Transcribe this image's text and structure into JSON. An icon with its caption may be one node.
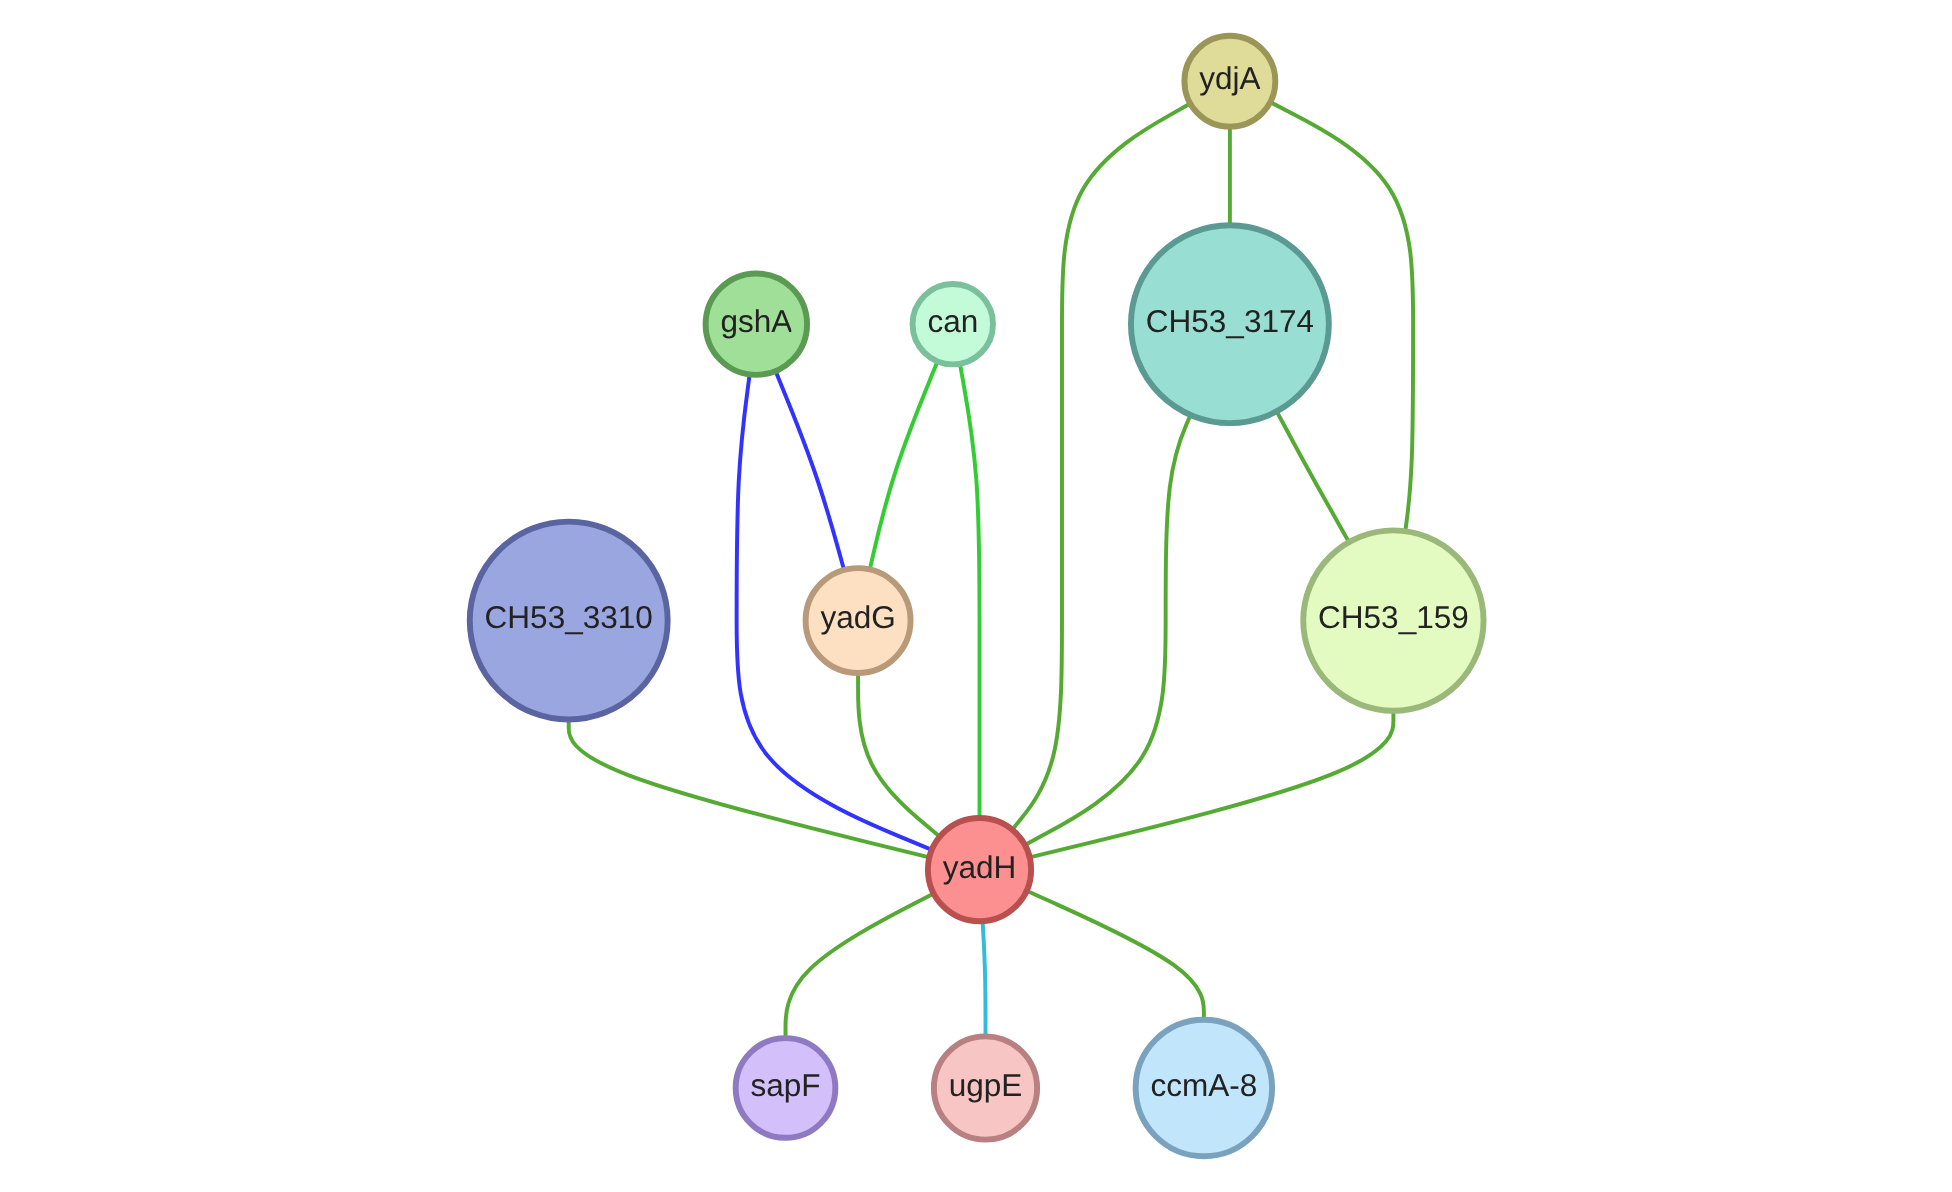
{
  "diagram": {
    "nodes": [
      {
        "text": [
          "CH53_3310"
        ]
      },
      {
        "text": [
          "gshA"
        ]
      },
      {
        "text": [
          "can"
        ]
      },
      {
        "text": [
          "yadG"
        ]
      },
      {
        "text": [
          "ydjA"
        ]
      },
      {
        "text": [
          "yadH"
        ]
      },
      {
        "text": [
          "sapF"
        ]
      },
      {
        "text": [
          "CH53_3174"
        ]
      },
      {
        "text": [
          "CH53_159"
        ]
      },
      {
        "text": [
          "ugpE"
        ]
      },
      {
        "text": [
          "ccmA-8"
        ]
      }
    ],
    "edges": [
      {
        "from": 0,
        "to": 5,
        "arrow": "none"
      },
      {
        "from": 1,
        "to": 5,
        "arrow": "none",
        "color": "#3333ff"
      },
      {
        "from": 1,
        "to": 3,
        "arrow": "none",
        "color": "#3333ff"
      },
      {
        "from": 2,
        "to": 3,
        "arrow": "none",
        "color": "#33cc33"
      },
      {
        "from": 2,
        "to": 5,
        "arrow": "none",
        "color": "#33cc33"
      },
      {
        "from": 3,
        "to": 5,
        "arrow": "none"
      },
      {
        "from": 4,
        "to": 5,
        "arrow": "none"
      },
      {
        "from": 4,
        "to": 7,
        "arrow": "none"
      },
      {
        "from": 4,
        "to": 8,
        "arrow": "none"
      },
      {
        "from": 7,
        "to": 5,
        "arrow": "none"
      },
      {
        "from": 7,
        "to": 8,
        "arrow": "none"
      },
      {
        "from": 8,
        "to": 5,
        "arrow": "none"
      },
      {
        "from": 5,
        "to": 6,
        "arrow": "none"
      },
      {
        "from": 5,
        "to": 9,
        "arrow": "none",
        "color": "#33bbdd"
      },
      {
        "from": 5,
        "to": 10,
        "arrow": "none"
      }
    ]
  }
}
